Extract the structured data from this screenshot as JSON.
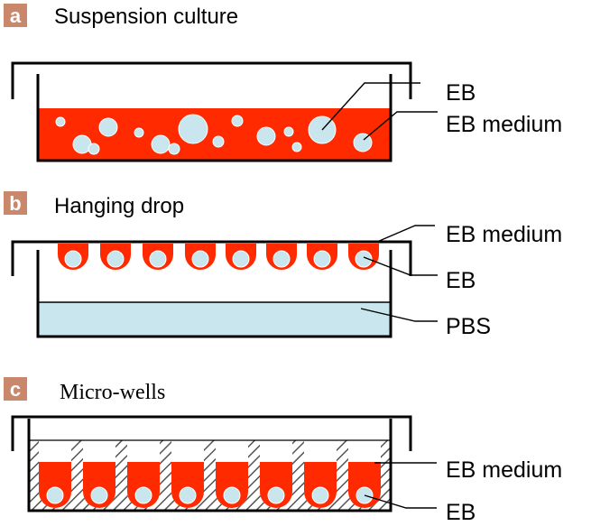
{
  "colors": {
    "badge": "#c9876b",
    "medium": "#ff2a00",
    "eb": "#c9e6ee",
    "pbs": "#c9e6ee",
    "ink": "#000000"
  },
  "panels": [
    {
      "badge": "a",
      "title": "Suspension culture",
      "labels": [
        "EB",
        "EB medium"
      ]
    },
    {
      "badge": "b",
      "title": "Hanging drop",
      "labels": [
        "EB medium",
        "EB",
        "PBS"
      ]
    },
    {
      "badge": "c",
      "title": "Micro-wells",
      "labels": [
        "EB medium",
        "EB"
      ]
    }
  ]
}
